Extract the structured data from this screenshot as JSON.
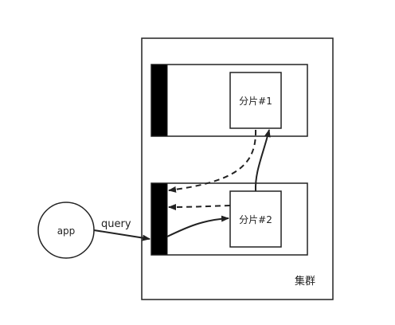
{
  "diagram": {
    "app_label": "app",
    "query_label": "query",
    "cluster_label": "集群",
    "shard1_label": "分片#1",
    "shard2_label": "分片#2"
  },
  "colors": {
    "stroke": "#222222",
    "node_bar": "#000000",
    "background": "#ffffff"
  }
}
